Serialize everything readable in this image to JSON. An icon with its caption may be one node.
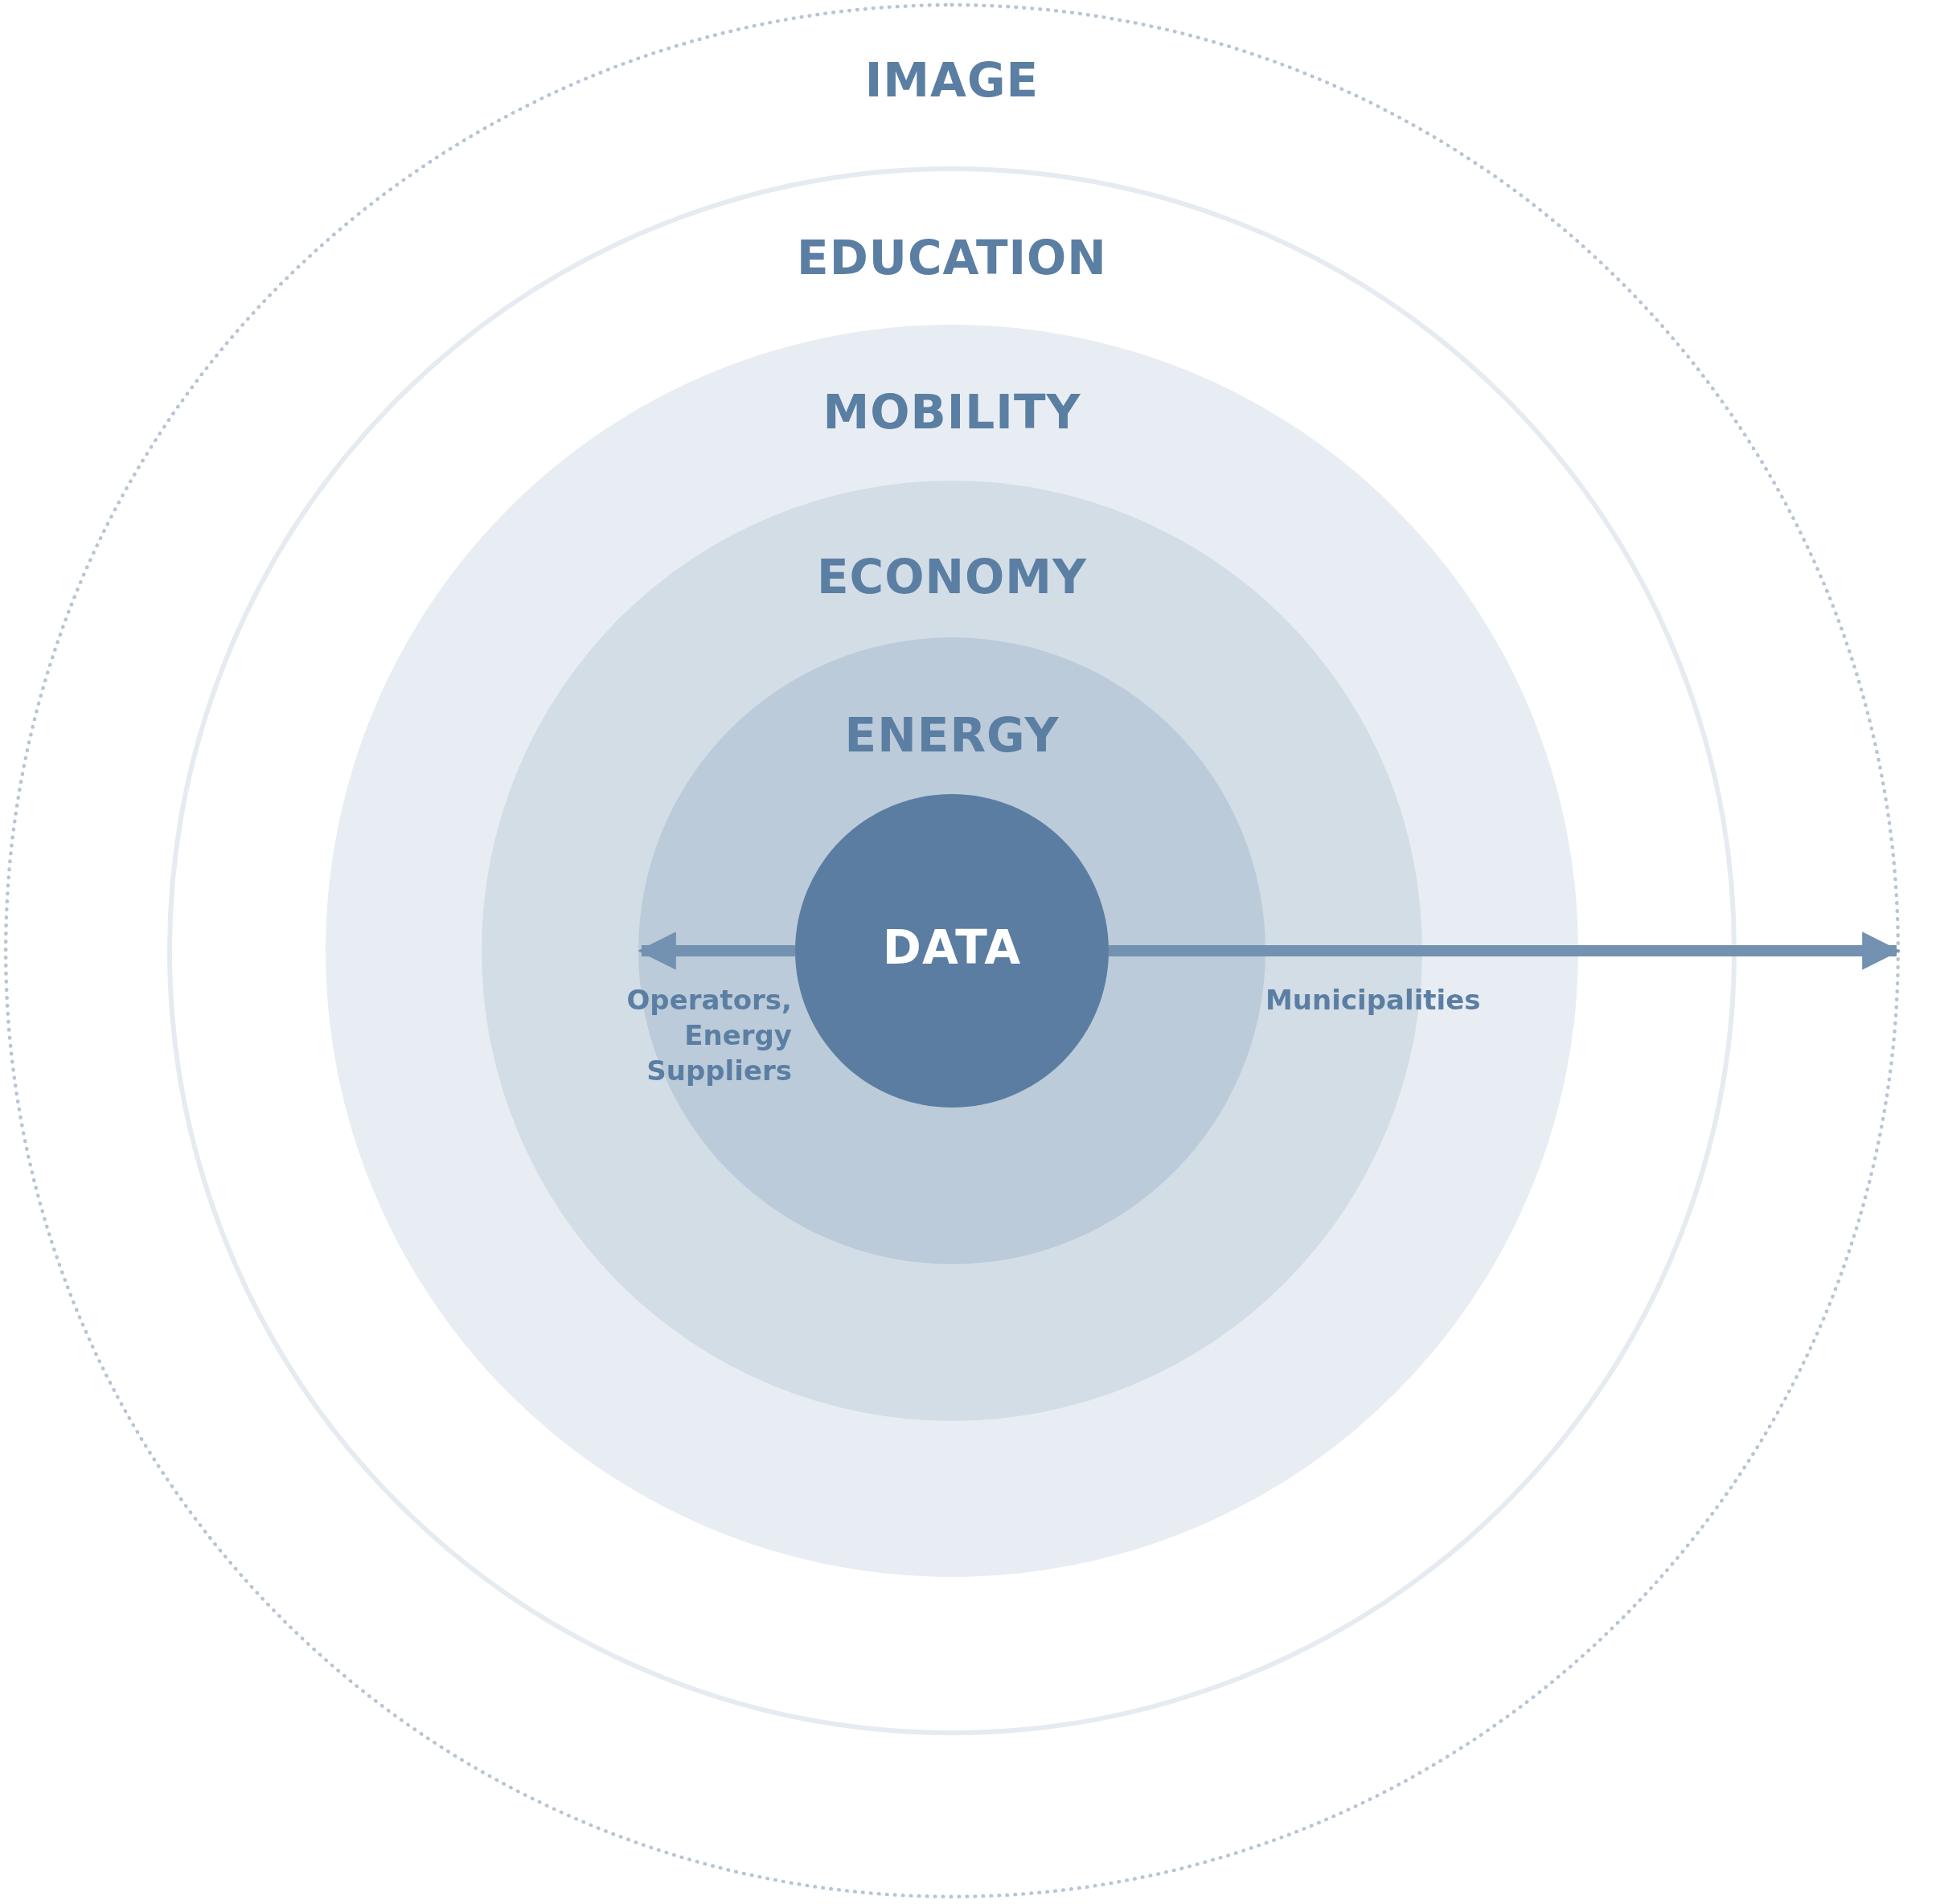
{
  "diagram": {
    "nodes": [
      {
        "text": [
          "IMAGE"
        ]
      },
      {
        "text": [
          "EDUCATION"
        ],
        "in": 0
      },
      {
        "text": [
          "MOBILITY"
        ],
        "in": 1
      },
      {
        "text": [
          "ECONOMY"
        ],
        "in": 2
      },
      {
        "text": [
          "ENERGY"
        ],
        "in": 3
      },
      {
        "text": [
          "DATA"
        ],
        "in": 4
      }
    ],
    "edges": [
      {
        "from": 5,
        "to": 4,
        "arrow": "to",
        "label": "Operators, Energy Suppliers"
      },
      {
        "from": 5,
        "to": 0,
        "arrow": "to",
        "label": "Municipalities"
      }
    ]
  }
}
